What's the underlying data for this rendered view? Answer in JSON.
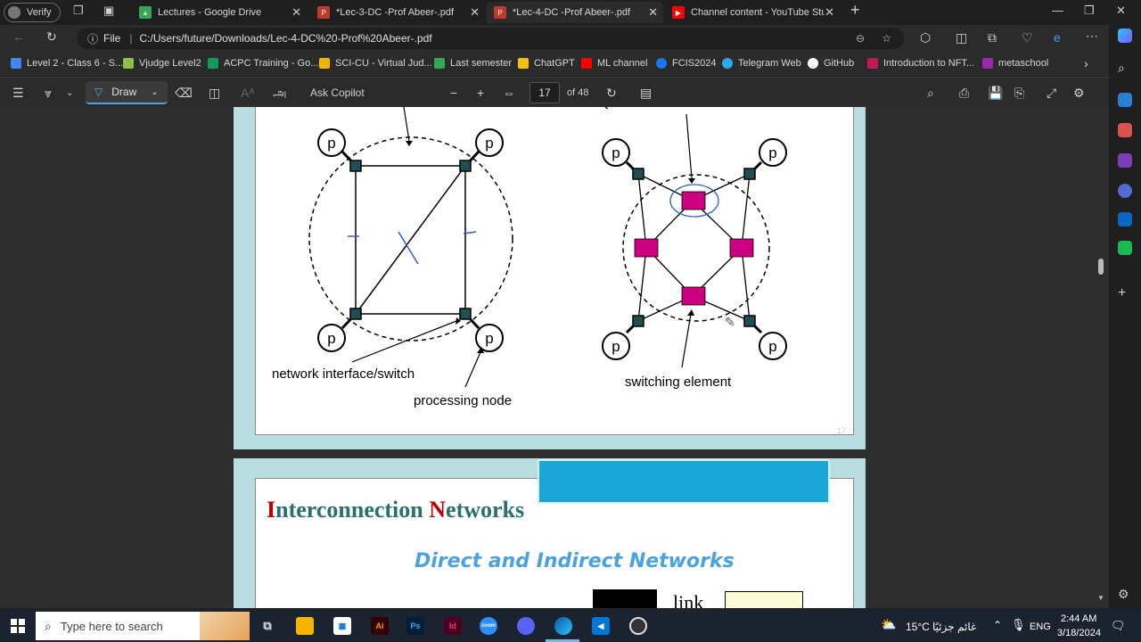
{
  "tabs": [
    {
      "label": "Verify",
      "fav_color": "#555555"
    },
    {
      "label": "Lectures - Google Drive",
      "fav_color": "#34a853"
    },
    {
      "label": "*Lec-3-DC -Prof Abeer-.pdf",
      "fav_color": "#c0392b"
    },
    {
      "label": "*Lec-4-DC -Prof Abeer-.pdf",
      "fav_color": "#c0392b"
    },
    {
      "label": "Channel content - YouTube Studi",
      "fav_color": "#ff0000"
    }
  ],
  "address": {
    "file_label": "File",
    "url": "C:/Users/future/Downloads/Lec-4-DC%20-Prof%20Abeer-.pdf"
  },
  "bookmarks": [
    {
      "label": "Level 2 - Class 6 - S...",
      "color": "#4285f4"
    },
    {
      "label": "Vjudge Level2",
      "color": "#8bc34a"
    },
    {
      "label": "ACPC Training - Go...",
      "color": "#0f9d58"
    },
    {
      "label": "SCI-CU - Virtual Jud...",
      "color": "#f4b400"
    },
    {
      "label": "Last semester",
      "color": "#34a853"
    },
    {
      "label": "ChatGPT",
      "color": "#f4c20d"
    },
    {
      "label": "ML channel",
      "color": "#ff0000"
    },
    {
      "label": "FCIS2024",
      "color": "#1877f2"
    },
    {
      "label": "Telegram Web",
      "color": "#2aabee"
    },
    {
      "label": "GitHub",
      "color": "#ffffff"
    },
    {
      "label": "Introduction to NFT...",
      "color": "#c2185b"
    },
    {
      "label": "metaschool",
      "color": "#9c27b0"
    }
  ],
  "pdf_toolbar": {
    "draw_label": "Draw",
    "copilot_label": "Ask Copilot",
    "page_number": "17",
    "page_total": "of 48"
  },
  "page17": {
    "left_labels": {
      "interface": "network interface/switch",
      "node": "processing node"
    },
    "right_labels": {
      "switching": "switching element"
    },
    "node_letter": "p",
    "footer_num": "17"
  },
  "page18": {
    "title_first": "I",
    "title_rest1": "nterconnection ",
    "title_second": "N",
    "title_rest2": "etworks",
    "subtitle": "Direct and Indirect Networks",
    "link_label": "link"
  },
  "taskbar": {
    "search_placeholder": "Type here to search",
    "temperature": "15°C",
    "weather_text": "غائم جزئيًا",
    "language": "ENG",
    "time": "2:44 AM",
    "date": "3/18/2024"
  },
  "colors": {
    "accent_teal": "#b8dde0",
    "switch_magenta": "#cc0080",
    "title_red": "#c00000",
    "title_teal": "#2a6f73",
    "subtitle_blue": "#4aa3df",
    "header_bar": "#1aa7d8"
  }
}
